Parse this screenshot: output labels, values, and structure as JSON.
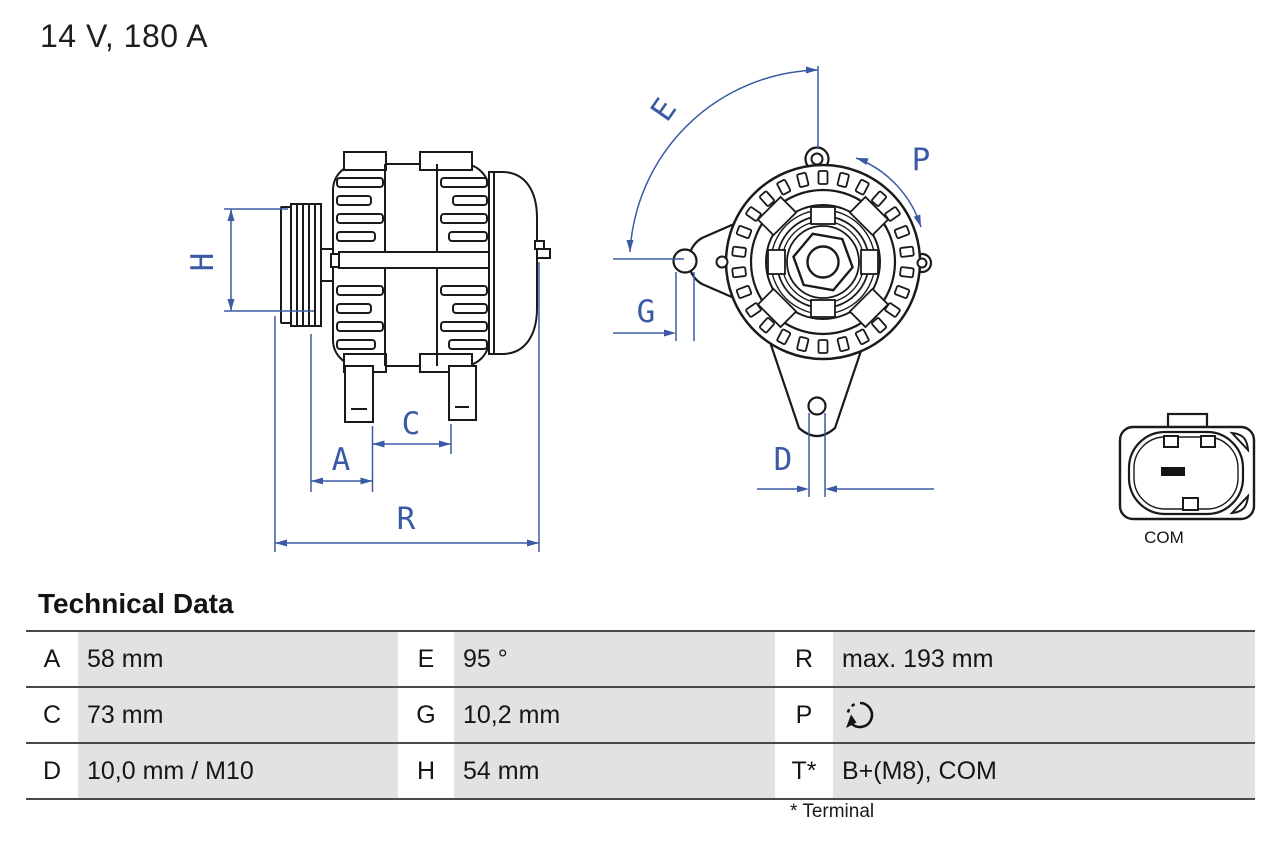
{
  "product": {
    "title": "14 V, 180 A"
  },
  "diagram": {
    "dimension_labels": {
      "H": "H",
      "A": "A",
      "C": "C",
      "R": "R",
      "E": "E",
      "G": "G",
      "D": "D",
      "P": "P"
    },
    "connector": {
      "label": "COM"
    },
    "colors": {
      "dimension_blue": "#3b5aa5",
      "line_black": "#1a1a1a"
    }
  },
  "technical_data": {
    "heading": "Technical Data",
    "footnote": "* Terminal",
    "rows": [
      {
        "cells": [
          {
            "key": "A",
            "value": "58 mm"
          },
          {
            "key": "E",
            "value": "95 °"
          },
          {
            "key": "R",
            "value": "max. 193 mm"
          }
        ]
      },
      {
        "cells": [
          {
            "key": "C",
            "value": "73 mm"
          },
          {
            "key": "G",
            "value": "10,2 mm"
          },
          {
            "key": "P",
            "value": "",
            "icon": "rotation-direction-arrow"
          }
        ]
      },
      {
        "cells": [
          {
            "key": "D",
            "value": "10,0 mm / M10"
          },
          {
            "key": "H",
            "value": "54 mm"
          },
          {
            "key": "T*",
            "value": "B+(M8), COM"
          }
        ]
      }
    ],
    "colors": {
      "value_cell_bg": "#e2e2e2",
      "row_border": "#4a4a4a"
    }
  }
}
